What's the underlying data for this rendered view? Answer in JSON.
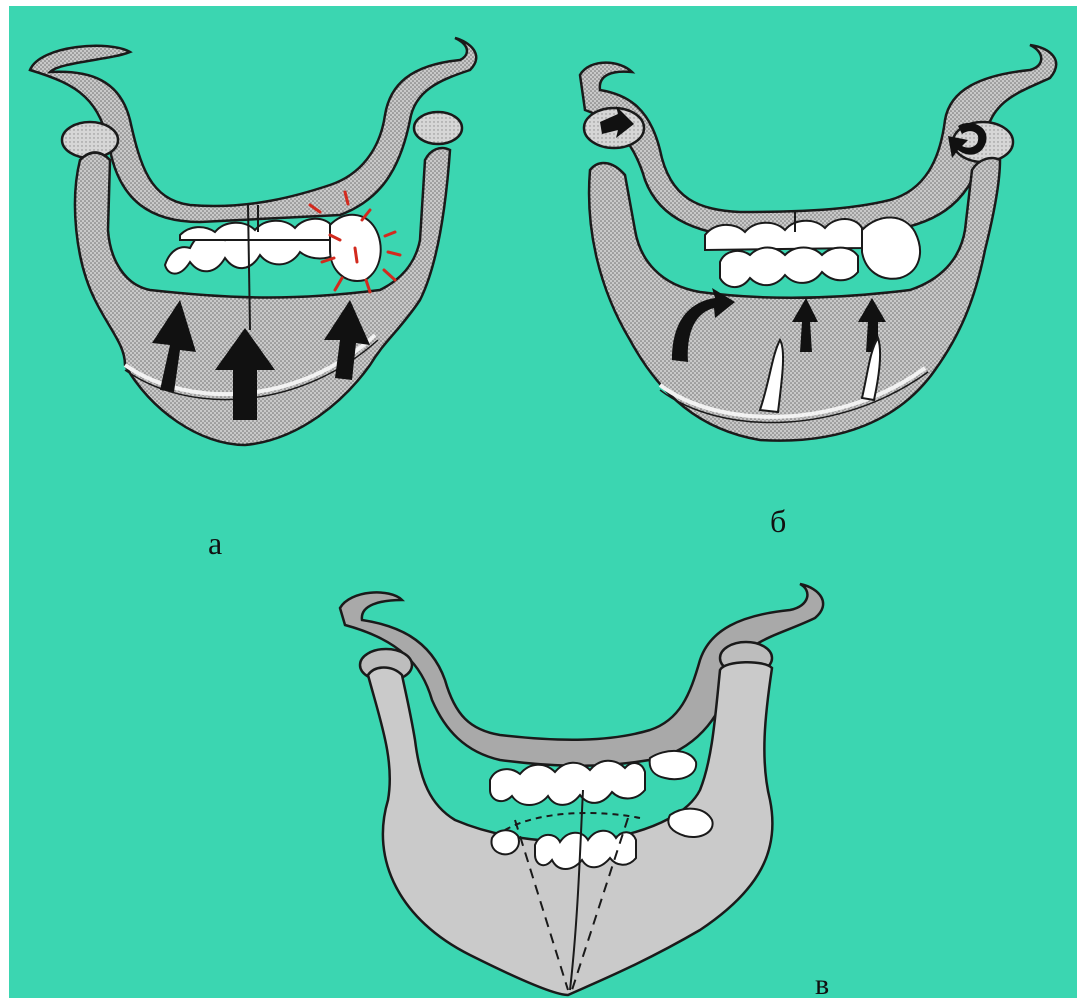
{
  "colors": {
    "background": "#3bd6b1",
    "bone_fill": "#bdbdbd",
    "bone_dark": "#8f8f8f",
    "outline": "#1a1a1a",
    "teeth": "#ffffff",
    "arrow": "#111111",
    "pain_marks": "#d22a1e"
  },
  "labels": {
    "a": "а",
    "b": "б",
    "v": "в"
  }
}
